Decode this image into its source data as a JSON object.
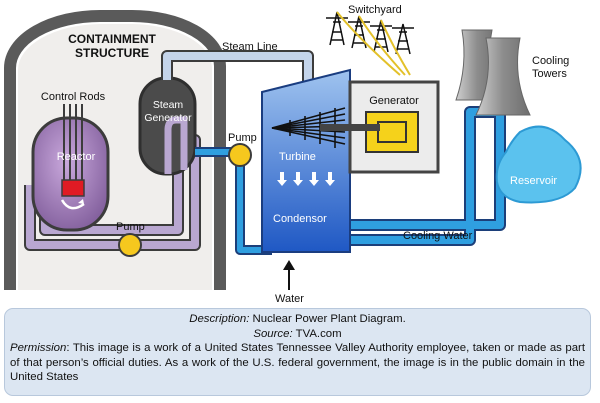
{
  "diagram": {
    "labels": {
      "containment": "CONTAINMENT",
      "structure": "STRUCTURE",
      "control_rods": "Control Rods",
      "reactor": "Reactor",
      "steam": "Steam",
      "generator_word": "Generator",
      "pump_left": "Pump",
      "pump_right": "Pump",
      "steam_line": "Steam Line",
      "switchyard": "Switchyard",
      "generator": "Generator",
      "turbine": "Turbine",
      "condensor": "Condensor",
      "cooling": "Cooling",
      "towers": "Towers",
      "reservoir": "Reservoir",
      "cooling_water": "Cooling Water",
      "water": "Water"
    },
    "colors": {
      "containment": "#5a5a5a",
      "reactor": "#9e7ab6",
      "steam_loop": "#b9a7d1",
      "steam_line": "#c4d4ea",
      "cooling_loop": "#2f9fe0",
      "turbine": "#2f6fd0",
      "pump": "#f6c81e",
      "reservoir": "#5bc2ee"
    }
  },
  "caption": {
    "desc_label": "Description:",
    "desc_text": "Nuclear Power Plant Diagram.",
    "source_label": "Source:",
    "source_text": "TVA.com",
    "perm_label": "Permission",
    "perm_text": ": This image is a work of a United States Tennessee Valley Authority employee, taken or made as part of that person’s official duties.  As a work of the U.S. federal government, the image is in the public domain in the United States"
  }
}
